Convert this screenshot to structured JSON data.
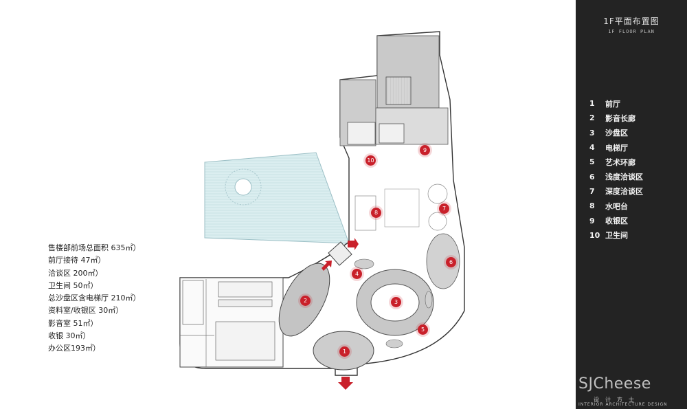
{
  "panel": {
    "title": "1F平面布置图",
    "subtitle": "1F FLOOR PLAN",
    "legend": [
      {
        "num": "1",
        "label": "前厅"
      },
      {
        "num": "2",
        "label": "影音长廊"
      },
      {
        "num": "3",
        "label": "沙盘区"
      },
      {
        "num": "4",
        "label": "电梯厅"
      },
      {
        "num": "5",
        "label": "艺术环廊"
      },
      {
        "num": "6",
        "label": "浅度洽谈区"
      },
      {
        "num": "7",
        "label": "深度洽谈区"
      },
      {
        "num": "8",
        "label": "水吧台"
      },
      {
        "num": "9",
        "label": "收银区"
      },
      {
        "num": "10",
        "label": "卫生间"
      }
    ]
  },
  "stats": [
    "售楼部前场总面积 635㎡）",
    "前厅接待 47㎡）",
    "洽谈区 200㎡）",
    "卫生间 50㎡）",
    "总沙盘区含电梯厅 210㎡）",
    "资料室/收银区 30㎡）",
    "影音室 51㎡）",
    "收银 30㎡）",
    "办公区193㎡）"
  ],
  "plan": {
    "markers": [
      "1",
      "2",
      "3",
      "4",
      "5",
      "6",
      "7",
      "8",
      "9",
      "10"
    ],
    "marker_color": "#c9202a"
  },
  "watermark": {
    "brand": "SJCheese",
    "chars": "设计方士",
    "sub": "INTERIOR ARCHITECTURE DESIGN"
  }
}
